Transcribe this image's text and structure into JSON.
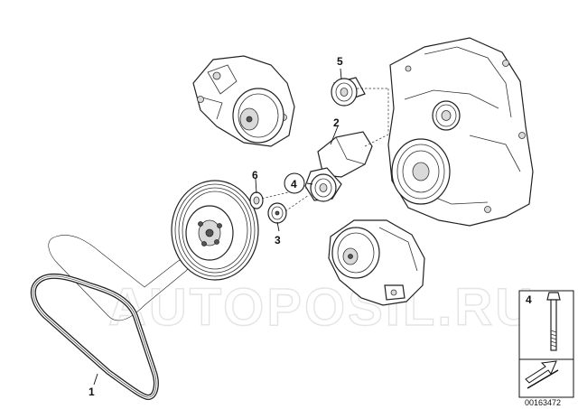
{
  "callouts": [
    {
      "id": "c1",
      "label": "1"
    },
    {
      "id": "c2",
      "label": "2"
    },
    {
      "id": "c3",
      "label": "3"
    },
    {
      "id": "c4",
      "label": "4"
    },
    {
      "id": "c5",
      "label": "5"
    },
    {
      "id": "c6",
      "label": "6"
    }
  ],
  "inset": {
    "label": "4"
  },
  "document_number": "00163472",
  "watermark": "AUTOPOSIL.RU"
}
